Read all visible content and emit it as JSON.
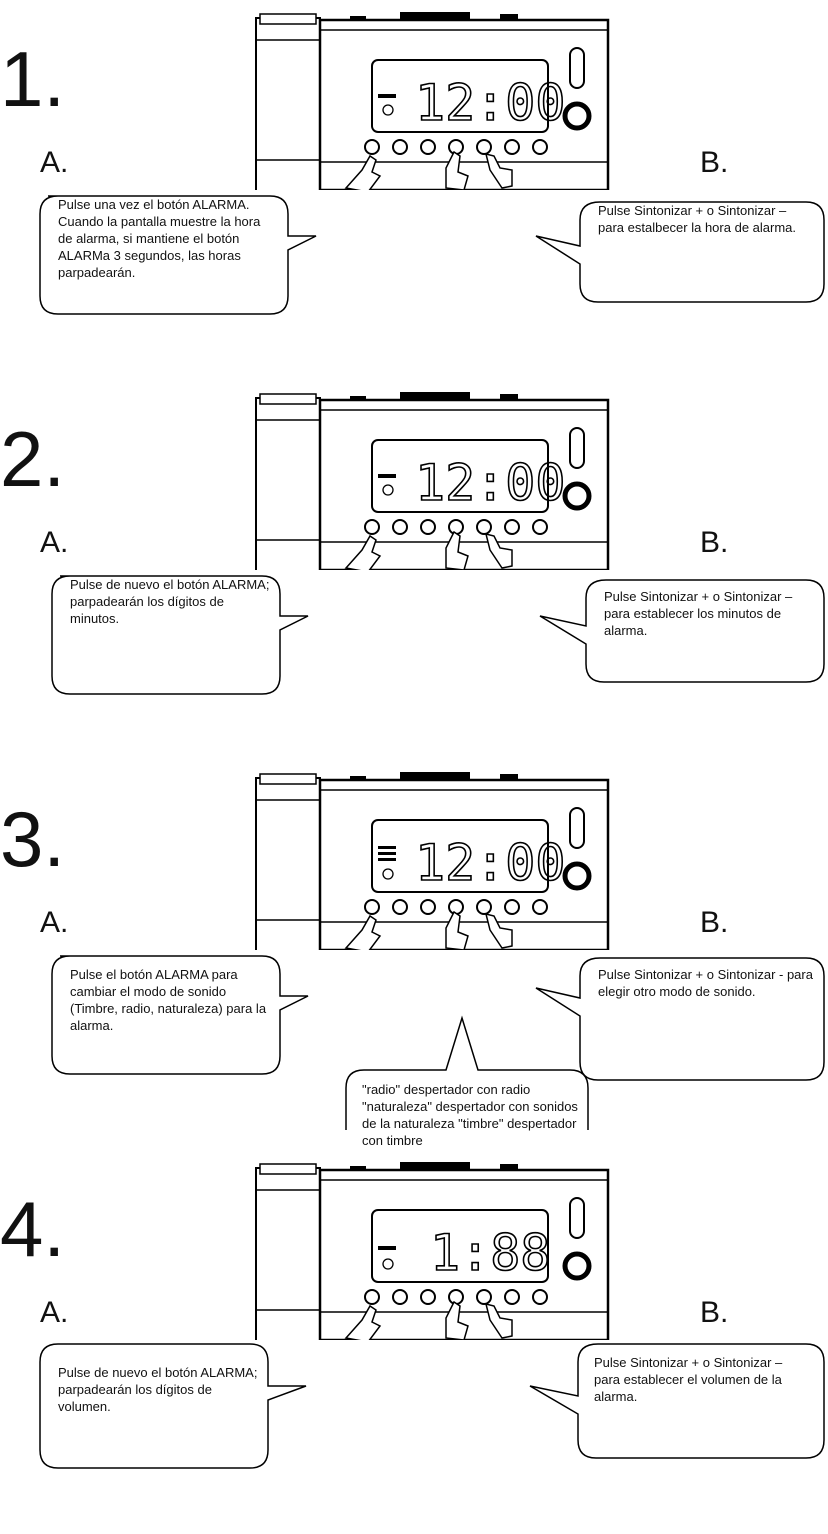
{
  "steps": [
    {
      "number": "1.",
      "display": "12:00",
      "label_a": "A.",
      "label_b": "B.",
      "text_a": "Pulse una vez el botón ALARMA. Cuando la pantalla muestre la hora de alarma, si mantiene el botón ALARMa 3 segundos, las horas parpadearán.",
      "text_b": "Pulse Sintonizar + o Sintonizar – para estalbecer la hora de alarma."
    },
    {
      "number": "2.",
      "display": "12:00",
      "label_a": "A.",
      "label_b": "B.",
      "text_a": "Pulse de nuevo el botón ALARMA; parpadearán los dígitos de minutos.",
      "text_b": "Pulse Sintonizar + o Sintonizar – para establecer los minutos de alarma."
    },
    {
      "number": "3.",
      "display": "12:00",
      "label_a": "A.",
      "label_b": "B.",
      "text_a": "Pulse el botón ALARMA para cambiar el modo de sonido (Timbre, radio, naturaleza) para la alarma.",
      "text_b": "Pulse Sintonizar + o Sintonizar - para elegir otro modo de sonido.",
      "text_c": "\"radio\" despertador con radio \"naturaleza\" despertador con sonidos de la naturaleza \"timbre\" despertador con timbre"
    },
    {
      "number": "4.",
      "display": "1:88",
      "label_a": "A.",
      "label_b": "B.",
      "text_a": "Pulse de nuevo el botón ALARMA; parpadearán los dígitos de volumen.",
      "text_b": "Pulse Sintonizar + o Sintonizar – para establecer el volumen de la alarma."
    }
  ],
  "icons": [
    "alarm-clock-icon",
    "pointing-hand-icon"
  ]
}
